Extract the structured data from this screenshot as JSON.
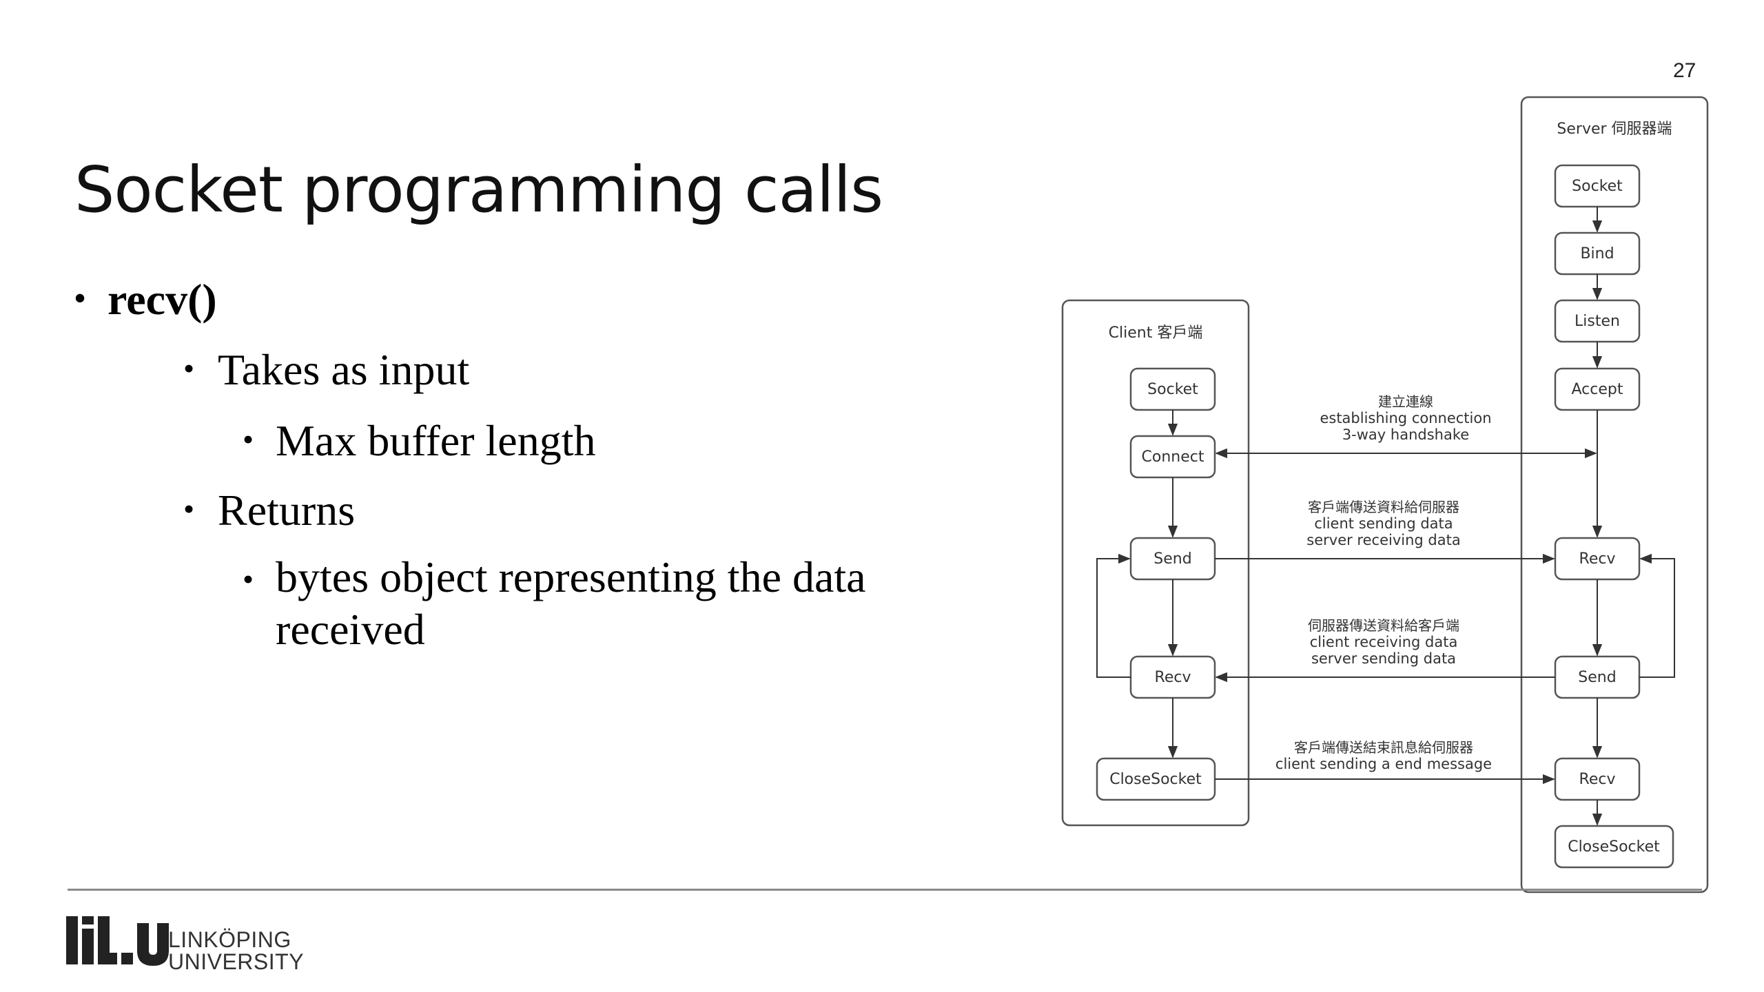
{
  "page_number": "27",
  "title": "Socket programming calls",
  "bullets": {
    "function": "recv()",
    "input_heading": "Takes as input",
    "input_item": "Max buffer length",
    "returns_heading": "Returns",
    "returns_item": "bytes object representing the data received"
  },
  "diagram": {
    "client_title": "Client 客戶端",
    "server_title": "Server 伺服器端",
    "client_nodes": [
      "Socket",
      "Connect",
      "Send",
      "Recv",
      "CloseSocket"
    ],
    "server_nodes": [
      "Socket",
      "Bind",
      "Listen",
      "Accept",
      "Recv",
      "Send",
      "Recv",
      "CloseSocket"
    ],
    "messages": [
      [
        "建立連線",
        "establishing connection",
        "3-way handshake"
      ],
      [
        "客戶端傳送資料給伺服器",
        "client sending data",
        "server receiving data"
      ],
      [
        "伺服器傳送資料給客戶端",
        "client receiving data",
        "server sending data"
      ],
      [
        "客戶端傳送結束訊息給伺服器",
        "client sending a end message"
      ]
    ]
  },
  "footer": {
    "logo_mark": "LiU",
    "logo_line1": "LINKÖPING",
    "logo_line2": "UNIVERSITY"
  }
}
